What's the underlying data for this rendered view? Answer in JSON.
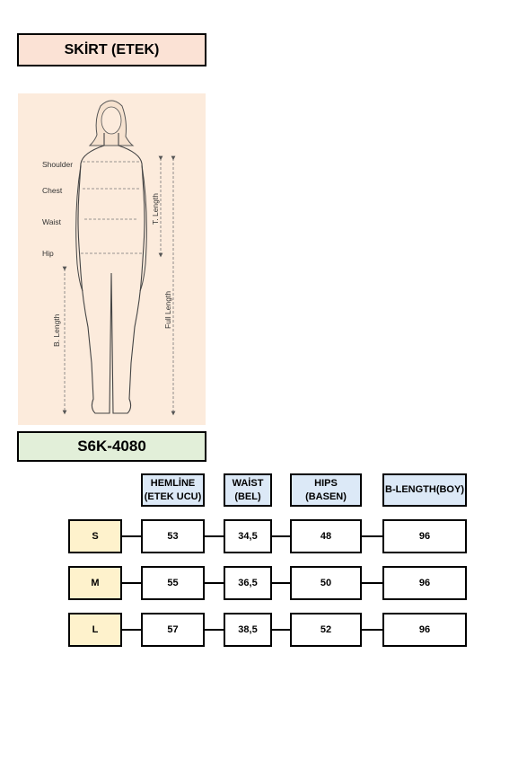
{
  "title": "SKİRT (ETEK)",
  "product_code": "S6K-4080",
  "figure": {
    "labels": {
      "shoulder": "Shoulder",
      "chest": "Chest",
      "waist": "Waist",
      "hip": "Hip",
      "b_length": "B. Length",
      "t_length": "T. Length",
      "full_length": "Full Length"
    }
  },
  "table": {
    "headers": [
      {
        "line1": "HEMLİNE",
        "line2": "(ETEK UCU)"
      },
      {
        "line1": "WAİST",
        "line2": "(BEL)"
      },
      {
        "line1": "HIPS",
        "line2": "(BASEN)"
      },
      {
        "line1": "B-LENGTH(BOY)",
        "line2": ""
      }
    ],
    "rows": [
      {
        "size": "S",
        "values": [
          "53",
          "34,5",
          "48",
          "96"
        ]
      },
      {
        "size": "M",
        "values": [
          "55",
          "36,5",
          "50",
          "96"
        ]
      },
      {
        "size": "L",
        "values": [
          "57",
          "38,5",
          "52",
          "96"
        ]
      }
    ]
  }
}
